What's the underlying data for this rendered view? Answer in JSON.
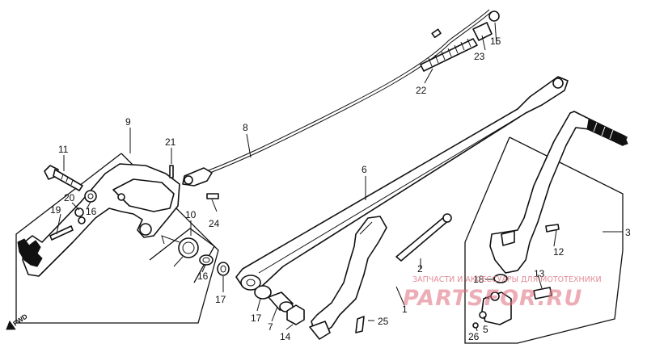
{
  "watermark": {
    "caption": "ЗАПЧАСТИ И АКСЕССУАРЫ ДЛЯ МОТОТЕХНИКИ",
    "brand": "PARTSFOR.RU"
  },
  "direction_label": "FWD",
  "callouts": {
    "p1": "1",
    "p2": "2",
    "p3": "3",
    "p5": "5",
    "p6": "6",
    "p7": "7",
    "p8": "8",
    "p9": "9",
    "p10": "10",
    "p11": "11",
    "p12": "12",
    "p13": "13",
    "p14": "14",
    "p15": "15",
    "p16a": "16",
    "p16b": "16",
    "p17a": "17",
    "p17b": "17",
    "p18": "18",
    "p19": "19",
    "p20": "20",
    "p21": "21",
    "p22": "22",
    "p23": "23",
    "p24": "24",
    "p25": "25",
    "p26": "26"
  }
}
